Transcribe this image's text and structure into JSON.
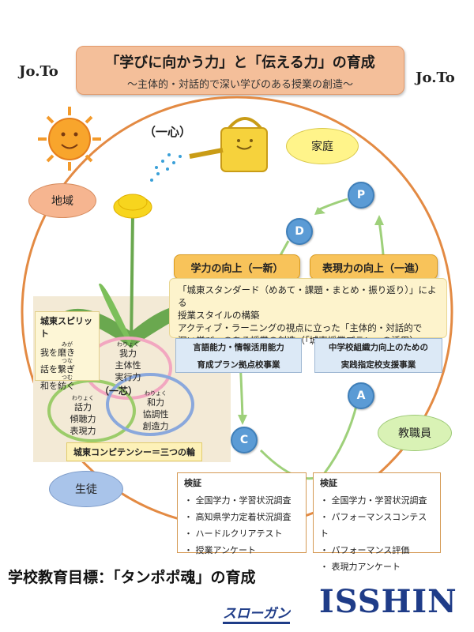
{
  "header": {
    "title": "「学びに向かう力」と「伝える力」の育成",
    "subtitle": "～主体的・対話的で深い学びのある授業の創造～"
  },
  "logos": {
    "left": "Jo.To",
    "right": "Jo.To"
  },
  "isshin_label": "（一心）",
  "issin_heart_label": "（一芯）",
  "bubbles": {
    "family": "家庭",
    "community": "地域",
    "staff": "教職員",
    "students": "生徒"
  },
  "pdca": {
    "p": "P",
    "d": "D",
    "c": "C",
    "a": "A"
  },
  "tags": {
    "academic": "学力の向上（一新）",
    "expression": "表現力の向上（一進）"
  },
  "panel_lines": [
    "「城東スタンダード（めあて・課題・まとめ・振り返り）」による",
    "授業スタイルの構築",
    "アクティブ・ラーニングの視点に立った「主体的・対話的で",
    "深い学び」のある授業の創造（「城東授業プラン」の活用）"
  ],
  "blue_boxes": {
    "left": [
      "言語能力・情報活用能力",
      "育成プラン拠点校事業"
    ],
    "right": [
      "中学校組織力向上のための",
      "実践指定校支援事業"
    ]
  },
  "spirit": {
    "title": "城東スピリット",
    "items": [
      {
        "ruby": "みが",
        "text": "我を磨き"
      },
      {
        "ruby": "つな",
        "text": "話を繋ぎ"
      },
      {
        "ruby": "つむ",
        "text": "和を紡ぐ"
      }
    ]
  },
  "rings": {
    "top": {
      "ruby": "わりょく",
      "lines": [
        "我力",
        "主体性",
        "実行力"
      ]
    },
    "left": {
      "ruby": "わりょく",
      "lines": [
        "話力",
        "傾聴力",
        "表現力"
      ]
    },
    "right": {
      "ruby": "わりょく",
      "lines": [
        "和力",
        "協調性",
        "創造力"
      ]
    }
  },
  "competency": "城東コンピテンシー＝三つの輪",
  "verification_left": {
    "title": "検証",
    "items": [
      "全国学力・学習状況調査",
      "高知県学力定着状況調査",
      "ハードルクリアテスト",
      "授業アンケート"
    ]
  },
  "verification_right": {
    "title": "検証",
    "items": [
      "全国学力・学習状況調査",
      "パフォーマンスコンテスト",
      "パフォーマンス評価",
      "表現力アンケート"
    ]
  },
  "goal": "学校教育目標：「タンポポ魂」の育成",
  "slogan": {
    "label": "スローガン",
    "word": "ISSHIN"
  },
  "colors": {
    "header_bg": "#f4bf9a",
    "cycle_ring": "#e38a43",
    "family": "#fff48a",
    "community": "#f6b590",
    "staff": "#d9f2b5",
    "students": "#a9c4ea",
    "pdca": "#5b9bd5",
    "tags": "#f8c35a",
    "isshin": "#1f3c88"
  }
}
